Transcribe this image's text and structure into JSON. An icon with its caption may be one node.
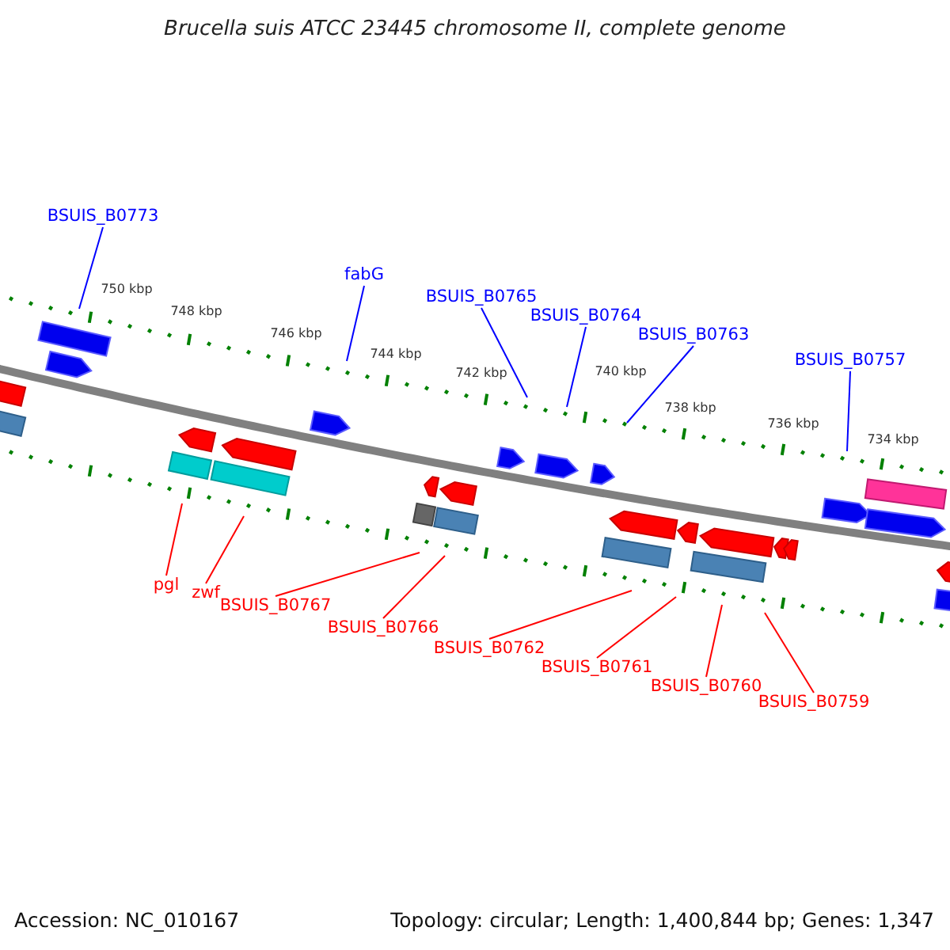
{
  "diagram": {
    "title": "Brucella suis ATCC 23445 chromosome II, complete genome",
    "nodes": [
      {
        "text": [
          "BSUIS_B0773"
        ]
      },
      {
        "text": [
          "fabG"
        ]
      },
      {
        "text": [
          "BSUIS_B0765"
        ]
      },
      {
        "text": [
          "BSUIS_B0764"
        ]
      },
      {
        "text": [
          "BSUIS_B0763"
        ]
      },
      {
        "text": [
          "BSUIS_B0757"
        ]
      },
      {
        "text": [
          "pgl"
        ]
      },
      {
        "text": [
          "zwf"
        ]
      },
      {
        "text": [
          "BSUIS_B0767"
        ]
      },
      {
        "text": [
          "BSUIS_B0766"
        ]
      },
      {
        "text": [
          "BSUIS_B0762"
        ]
      },
      {
        "text": [
          "BSUIS_B0761"
        ]
      },
      {
        "text": [
          "BSUIS_B0760"
        ]
      },
      {
        "text": [
          "BSUIS_B0759"
        ]
      }
    ],
    "edges": [
      {
        "from": 0,
        "to": null,
        "arrow": "none",
        "color": "#0000ff"
      },
      {
        "from": 1,
        "to": null,
        "arrow": "none",
        "color": "#0000ff"
      },
      {
        "from": 2,
        "to": null,
        "arrow": "none",
        "color": "#0000ff"
      },
      {
        "from": 3,
        "to": null,
        "arrow": "none",
        "color": "#0000ff"
      },
      {
        "from": 4,
        "to": null,
        "arrow": "none",
        "color": "#0000ff"
      },
      {
        "from": 5,
        "to": null,
        "arrow": "none",
        "color": "#0000ff"
      },
      {
        "from": 6,
        "to": null,
        "arrow": "none"
      },
      {
        "from": 7,
        "to": null,
        "arrow": "none"
      },
      {
        "from": 8,
        "to": null,
        "arrow": "none"
      },
      {
        "from": 9,
        "to": null,
        "arrow": "none"
      },
      {
        "from": 10,
        "to": null,
        "arrow": "none"
      },
      {
        "from": 11,
        "to": null,
        "arrow": "none"
      },
      {
        "from": 12,
        "to": null,
        "arrow": "none"
      },
      {
        "from": 13,
        "to": null,
        "arrow": "none"
      }
    ],
    "labels": [
      "750 kbp",
      "748 kbp",
      "746 kbp",
      "744 kbp",
      "742 kbp",
      "740 kbp",
      "738 kbp",
      "736 kbp",
      "734 kbp",
      "Accession: NC_010167",
      "Topology: circular; Length: 1,400,844 bp; Genes: 1,347"
    ]
  }
}
